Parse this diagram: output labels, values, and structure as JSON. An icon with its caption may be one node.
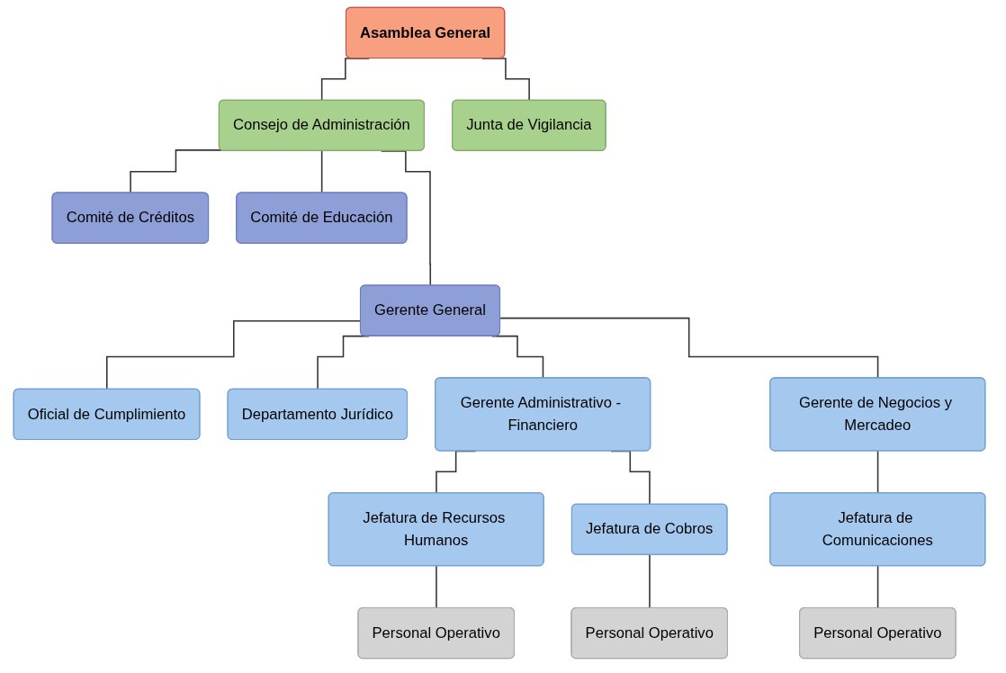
{
  "diagram": {
    "nodes": [
      {
        "text": [
          "Asamblea General"
        ]
      },
      {
        "text": [
          "Consejo de Administración"
        ]
      },
      {
        "text": [
          "Junta de Vigilancia"
        ]
      },
      {
        "text": [
          "Comité de Créditos"
        ]
      },
      {
        "text": [
          "Comité de Educación"
        ]
      },
      {
        "text": [
          "Gerente General"
        ]
      },
      {
        "text": [
          "Oficial de Cumplimiento"
        ]
      },
      {
        "text": [
          "Departamento Jurídico"
        ]
      },
      {
        "text": [
          "Gerente Administrativo - Financiero"
        ]
      },
      {
        "text": [
          "Gerente de Negocios y Mercadeo"
        ]
      },
      {
        "text": [
          "Jefatura de Recursos Humanos"
        ]
      },
      {
        "text": [
          "Jefatura de Cobros"
        ]
      },
      {
        "text": [
          "Jefatura de Comunicaciones"
        ]
      },
      {
        "text": [
          "Personal Operativo"
        ]
      },
      {
        "text": [
          "Personal Operativo"
        ]
      },
      {
        "text": [
          "Personal Operativo"
        ]
      }
    ],
    "edges": [
      {
        "from": 0,
        "to": 1,
        "arrow": "none"
      },
      {
        "from": 0,
        "to": 2,
        "arrow": "none"
      },
      {
        "from": 1,
        "to": 3,
        "arrow": "none"
      },
      {
        "from": 1,
        "to": 4,
        "arrow": "none"
      },
      {
        "from": 1,
        "to": 5,
        "arrow": "none"
      },
      {
        "from": 5,
        "to": 6,
        "arrow": "none"
      },
      {
        "from": 5,
        "to": 7,
        "arrow": "none"
      },
      {
        "from": 5,
        "to": 8,
        "arrow": "none"
      },
      {
        "from": 5,
        "to": 9,
        "arrow": "none"
      },
      {
        "from": 8,
        "to": 10,
        "arrow": "none"
      },
      {
        "from": 8,
        "to": 11,
        "arrow": "none"
      },
      {
        "from": 9,
        "to": 12,
        "arrow": "none"
      },
      {
        "from": 10,
        "to": 13,
        "arrow": "none"
      },
      {
        "from": 11,
        "to": 14,
        "arrow": "none"
      },
      {
        "from": 12,
        "to": 15,
        "arrow": "none"
      }
    ]
  }
}
